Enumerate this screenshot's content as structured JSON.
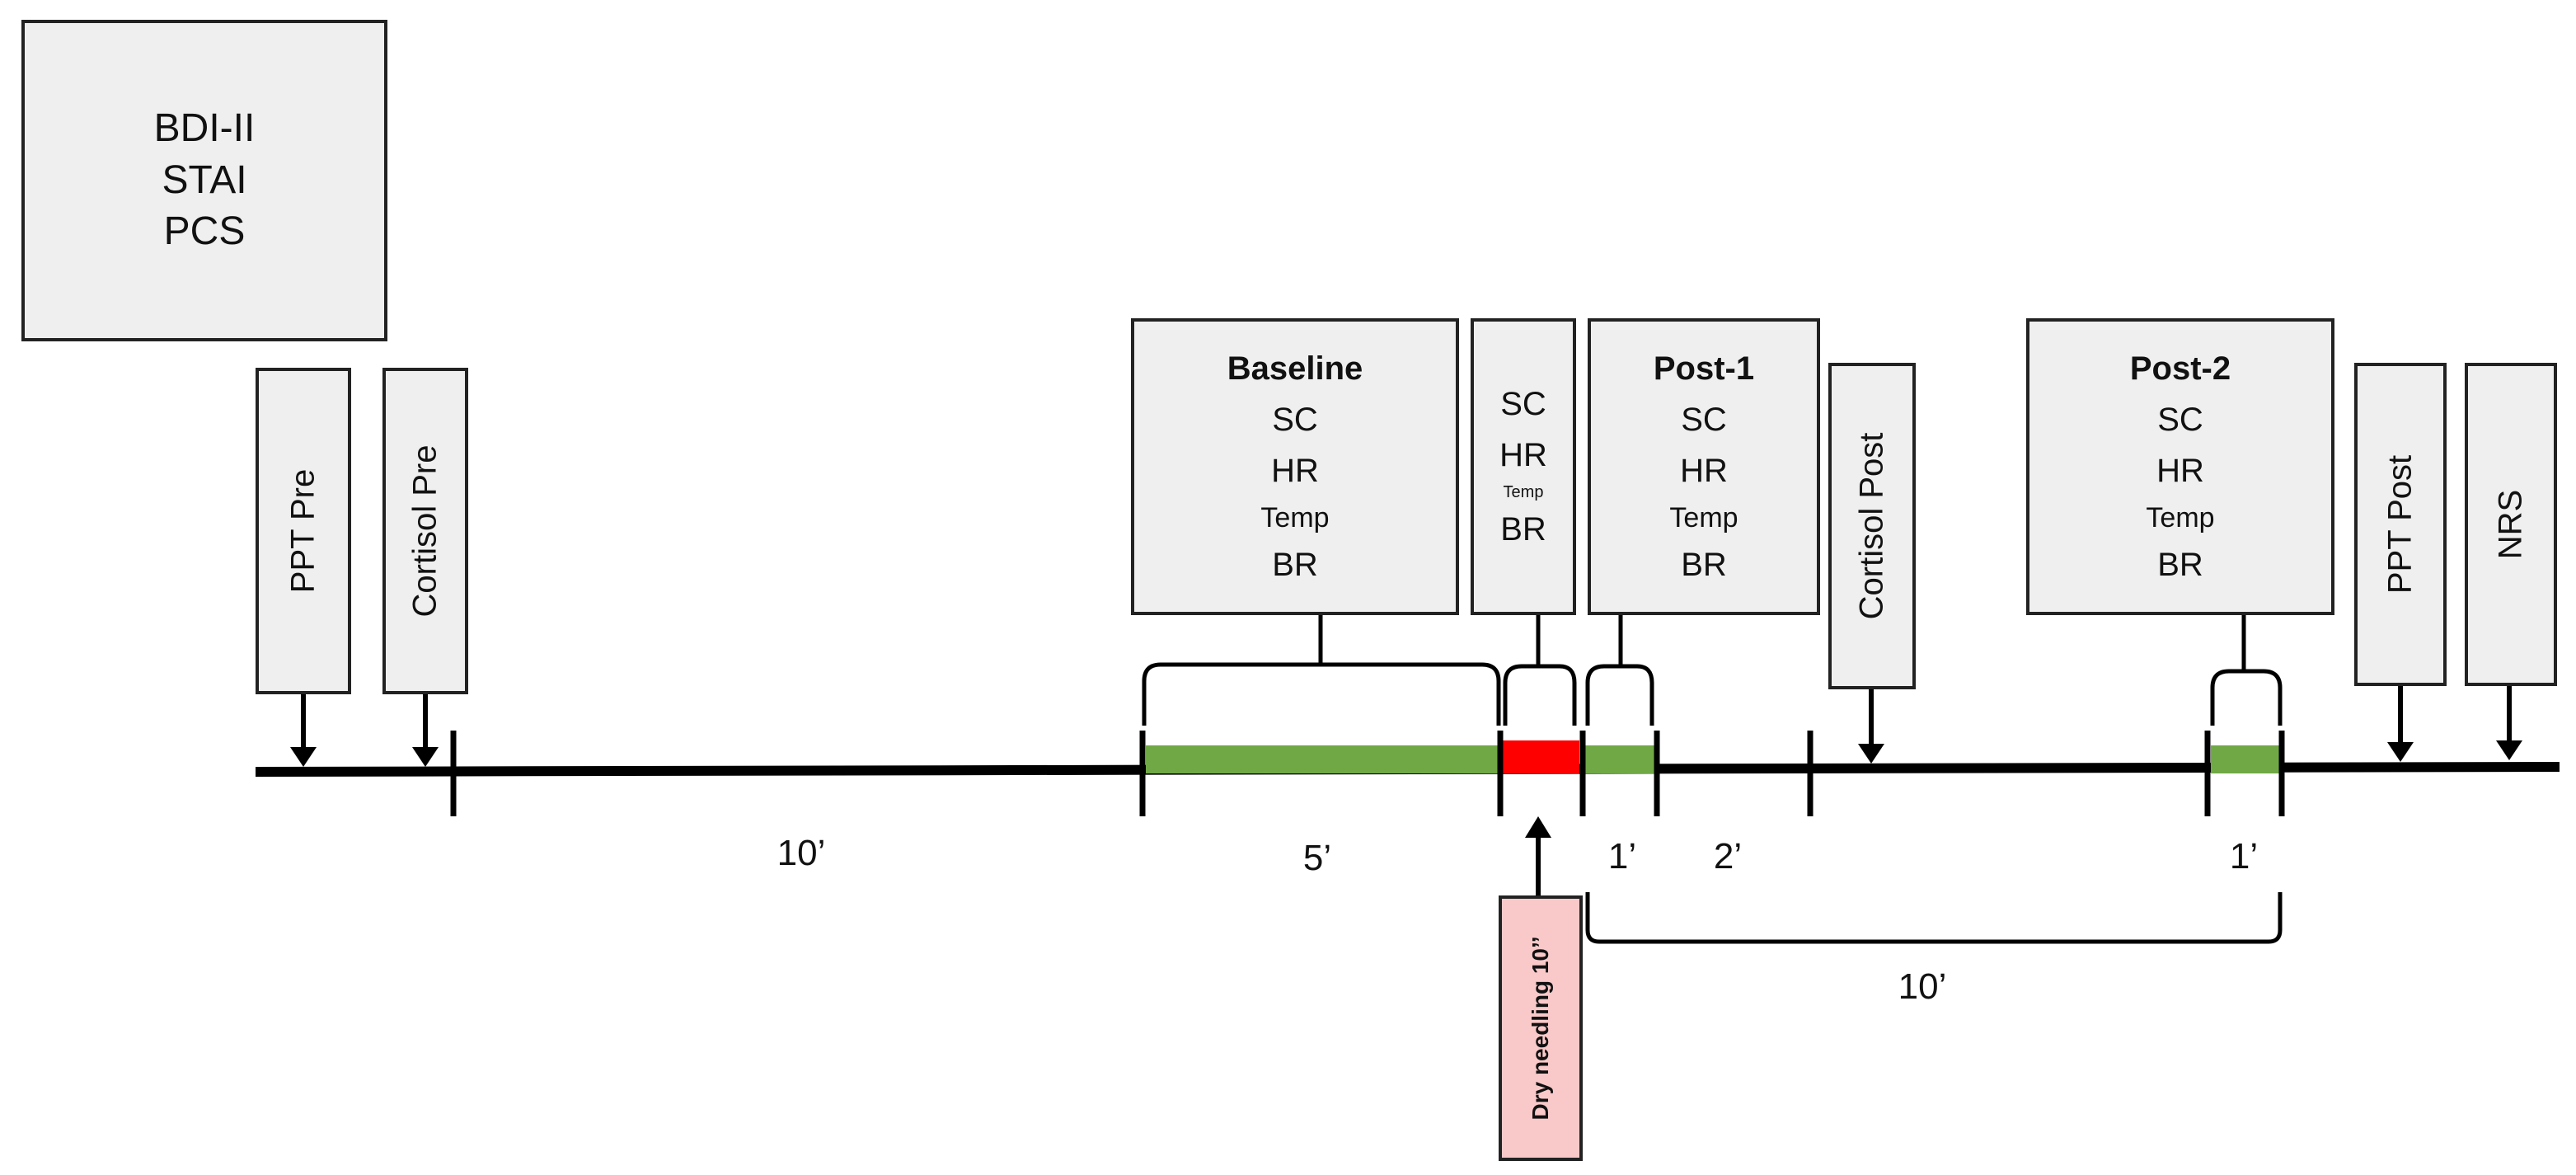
{
  "questionnaires": [
    "BDI-II",
    "STAI",
    "PCS"
  ],
  "pre_measures": {
    "ppt_pre": "PPT Pre",
    "cortisol_pre": "Cortisol Pre"
  },
  "baseline": {
    "title": "Baseline",
    "items": [
      "SC",
      "HR",
      "Temp",
      "BR"
    ]
  },
  "needling_measures": {
    "items": [
      "SC",
      "HR",
      "Temp",
      "BR"
    ]
  },
  "post1": {
    "title": "Post-1",
    "items": [
      "SC",
      "HR",
      "Temp",
      "BR"
    ]
  },
  "cortisol_post": "Cortisol Post",
  "post2": {
    "title": "Post-2",
    "items": [
      "SC",
      "HR",
      "Temp",
      "BR"
    ]
  },
  "post_measures": {
    "ppt_post": "PPT Post",
    "nrs": "NRS"
  },
  "durations": {
    "wait": "10’",
    "baseline": "5’",
    "post1": "1’",
    "gap": "2’",
    "post2": "1’",
    "followup": "10’"
  },
  "intervention": "Dry needling 10’’",
  "colors": {
    "measurement_segment": "#70a846",
    "needling_segment": "#ff0000",
    "needling_box": "#f9c9c9"
  }
}
